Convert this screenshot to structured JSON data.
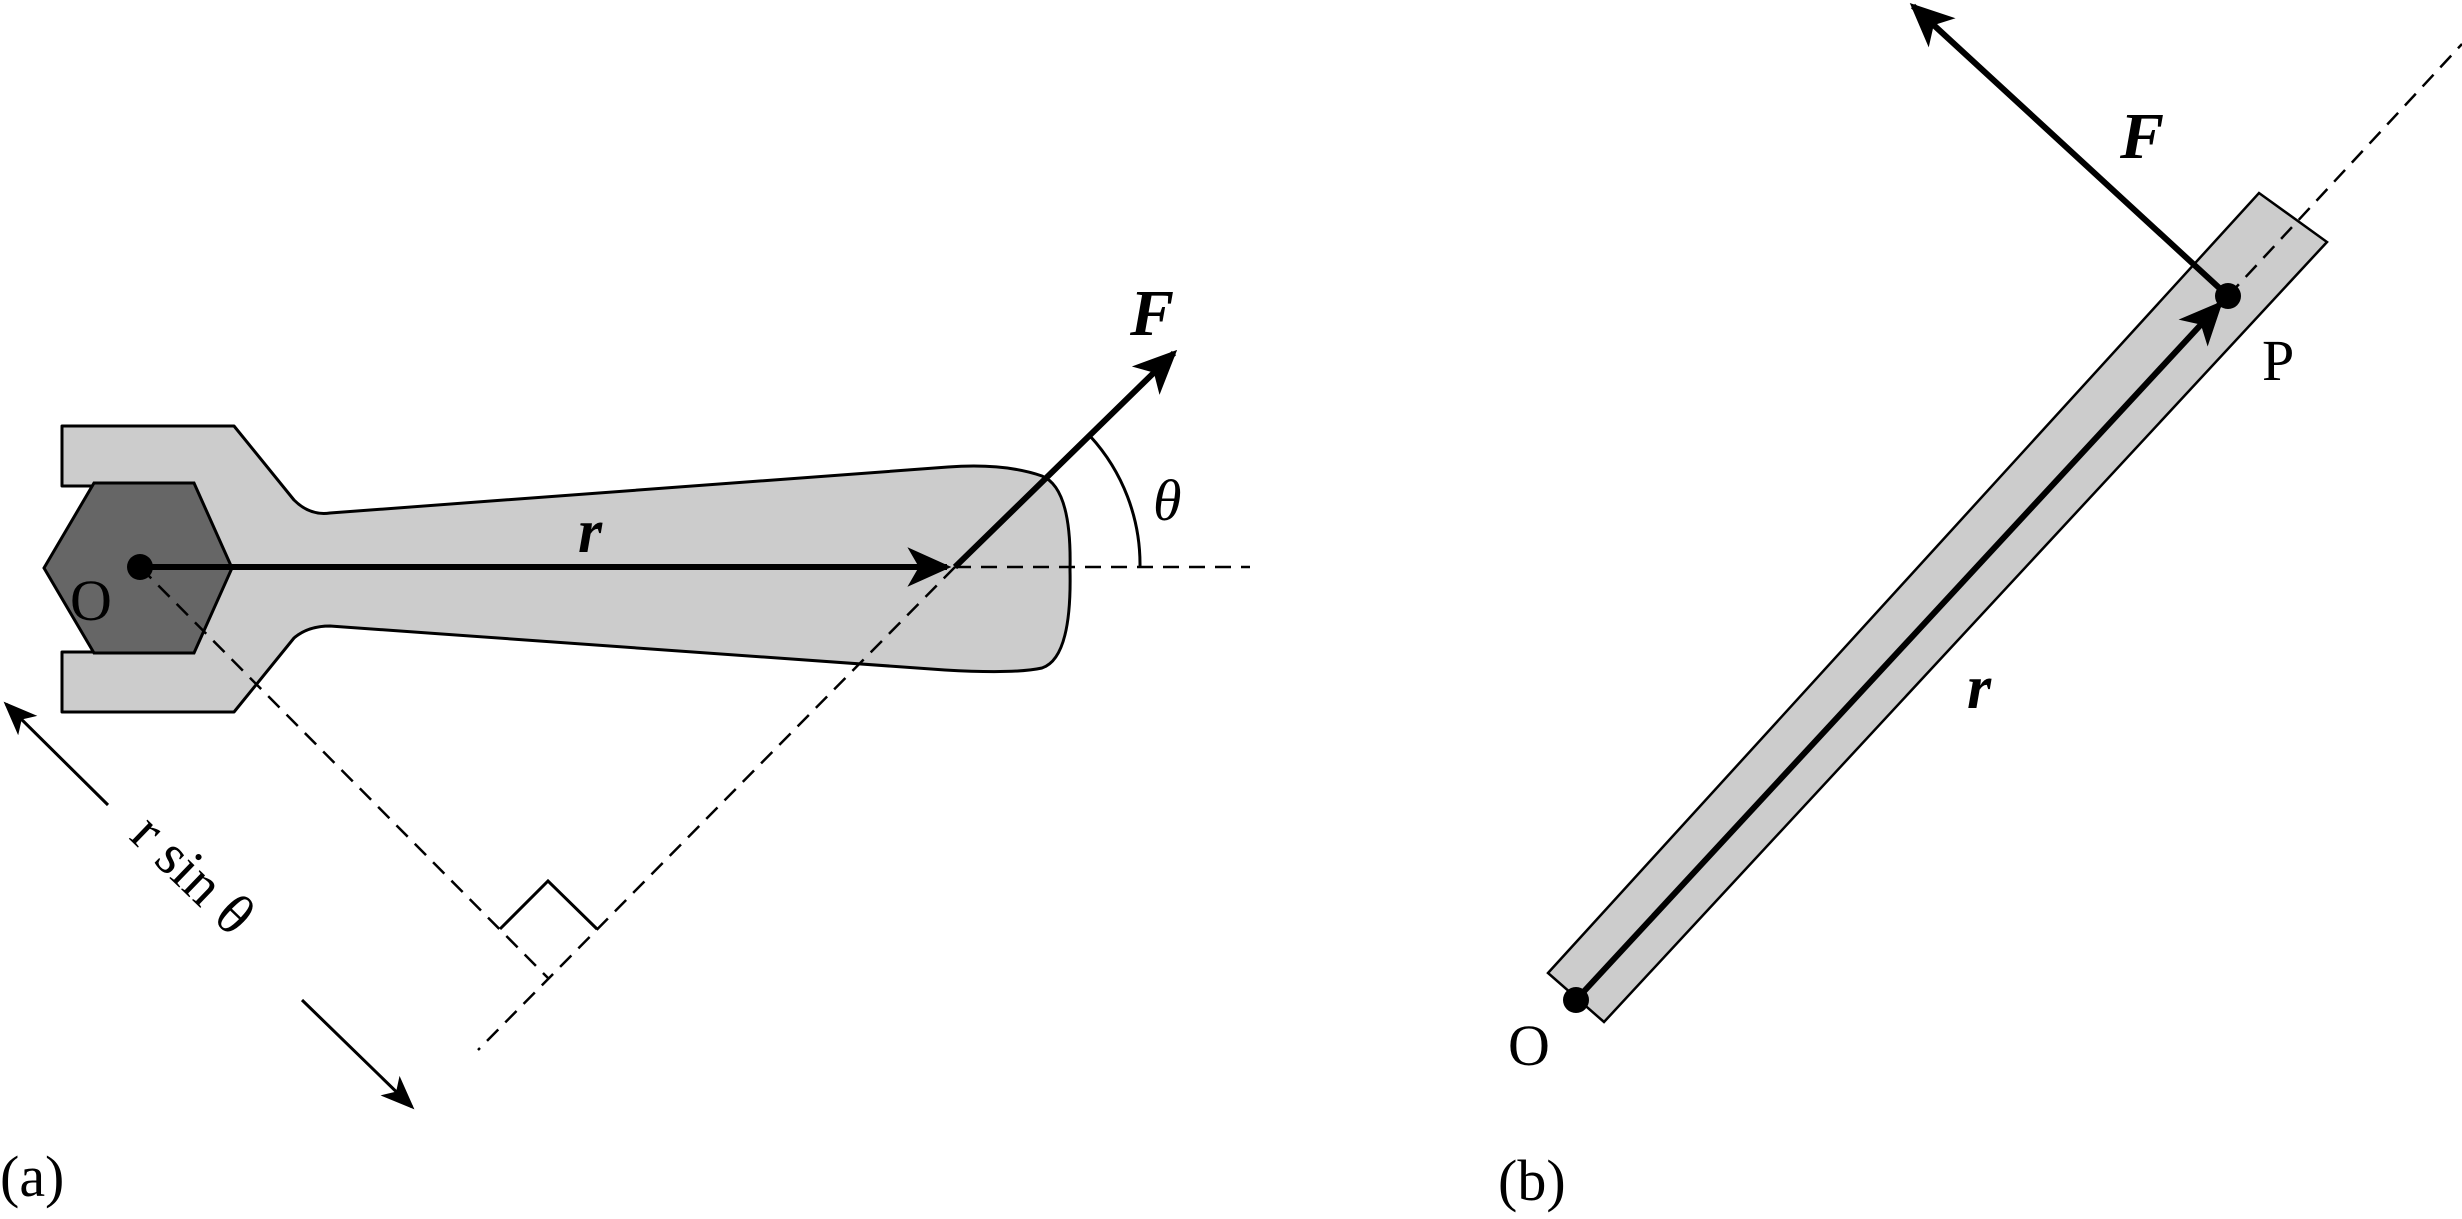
{
  "panel_a": {
    "caption": "(a)",
    "origin_label": "O",
    "force_label": "F",
    "position_label": "r",
    "angle_label": "θ",
    "lever_arm_label": "r sin θ"
  },
  "panel_b": {
    "caption": "(b)",
    "origin_label": "O",
    "point_label": "P",
    "force_label": "F",
    "position_label": "r"
  },
  "colors": {
    "wrench_fill": "#cccccc",
    "nut_fill": "#666666",
    "rod_fill": "#cccccc",
    "ink": "#000000"
  }
}
